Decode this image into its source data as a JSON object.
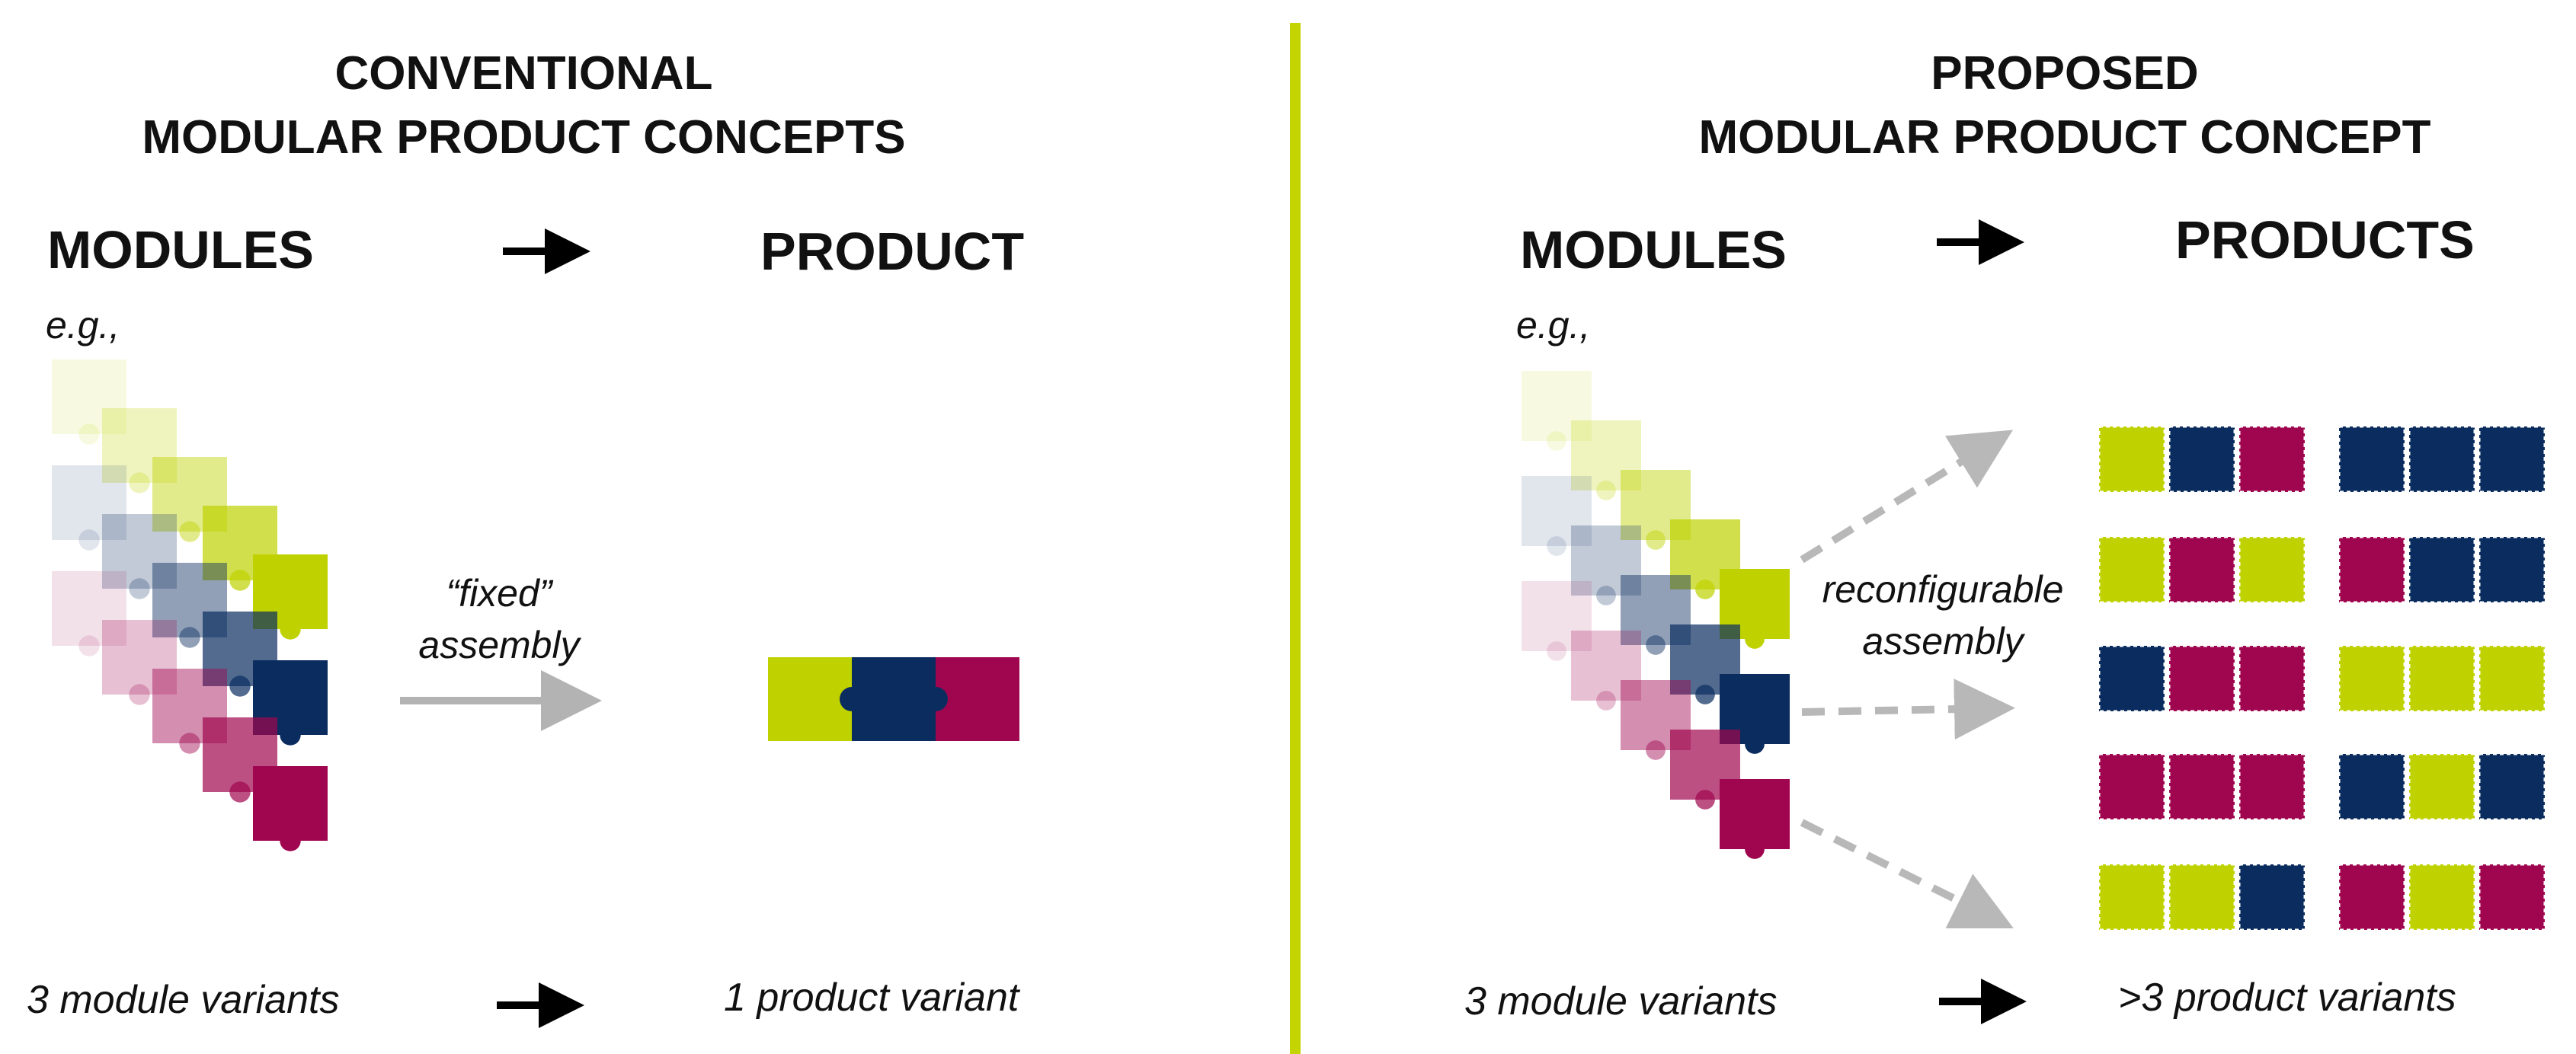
{
  "left_panel": {
    "title_line1": "CONVENTIONAL",
    "title_line2": "MODULAR PRODUCT CONCEPTS",
    "modules_label": "MODULES",
    "product_label": "PRODUCT",
    "eg_label": "e.g.,",
    "assembly_line1": "“fixed”",
    "assembly_line2": "assembly",
    "footer_left": "3 module variants",
    "footer_right": "1 product variant"
  },
  "right_panel": {
    "title_line1": "PROPOSED",
    "title_line2": "MODULAR PRODUCT CONCEPT",
    "modules_label": "MODULES",
    "products_label": "PRODUCTS",
    "eg_label": "e.g.,",
    "assembly_line1": "reconfigurable",
    "assembly_line2": "assembly",
    "footer_left": "3 module variants",
    "footer_right": ">3 product variants"
  },
  "colors": {
    "lime": "#bfd200",
    "navy": "#0a2c5f",
    "magenta": "#a0064f",
    "divider": "#c3d400",
    "arrow_gray": "#b3b3b3",
    "dashed_gray": "#b8b8b8",
    "black_arrow": "#000000"
  },
  "product_configurations": [
    [
      "lime",
      "navy",
      "magenta"
    ],
    [
      "navy",
      "navy",
      "navy"
    ],
    [
      "lime",
      "magenta",
      "lime"
    ],
    [
      "magenta",
      "navy",
      "navy"
    ],
    [
      "navy",
      "magenta",
      "magenta"
    ],
    [
      "lime",
      "lime",
      "lime"
    ],
    [
      "magenta",
      "magenta",
      "magenta"
    ],
    [
      "navy",
      "lime",
      "navy"
    ],
    [
      "lime",
      "lime",
      "navy"
    ],
    [
      "magenta",
      "lime",
      "magenta"
    ]
  ],
  "fixed_product_configuration": [
    "lime",
    "navy",
    "magenta"
  ]
}
